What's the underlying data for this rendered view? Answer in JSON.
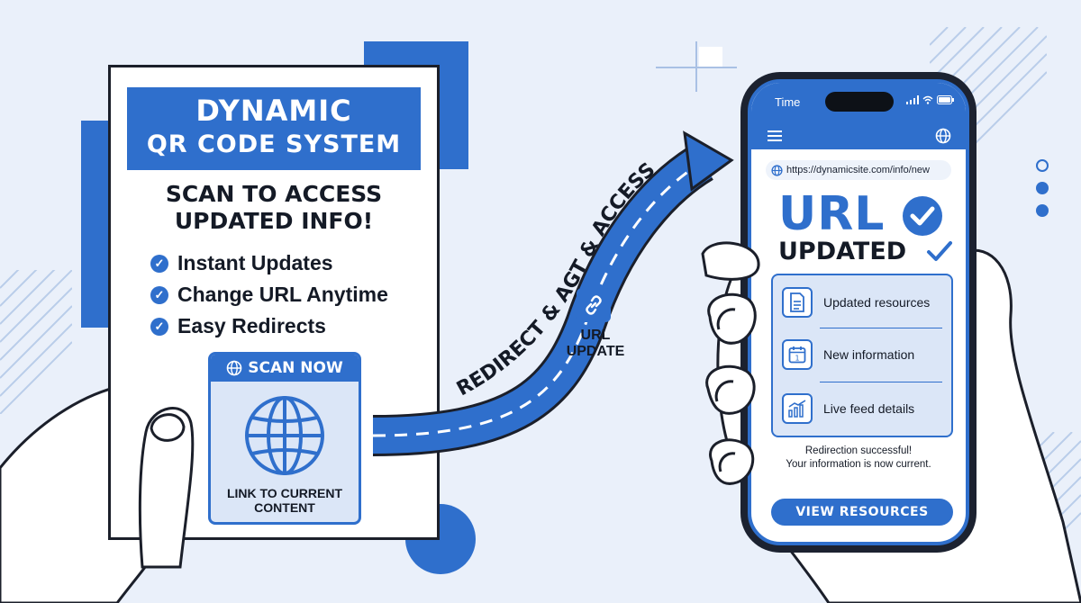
{
  "colors": {
    "accent": "#2f6fcc",
    "background": "#eaf0fa",
    "ink": "#141a26"
  },
  "flyer": {
    "title_line1": "DYNAMIC",
    "title_line2": "QR CODE SYSTEM",
    "subtitle_line1": "SCAN TO ACCESS",
    "subtitle_line2": "UPDATED INFO!",
    "features": [
      "Instant Updates",
      "Change URL Anytime",
      "Easy Redirects"
    ],
    "scan_label": "SCAN NOW",
    "link_line1": "LINK TO CURRENT",
    "link_line2": "CONTENT"
  },
  "arrow": {
    "road_text": "REDIRECT & AGT & ACCESS"
  },
  "url_update": {
    "line1": "URL",
    "line2": "UPDATE",
    "icon": "link-icon"
  },
  "phone": {
    "status_time": "Time",
    "url": "https://dynamicsite.com/info/new",
    "headline_1": "URL",
    "headline_2": "UPDATED",
    "resources": [
      {
        "label": "Updated resources",
        "icon": "document-icon"
      },
      {
        "label": "New information",
        "icon": "calendar-icon"
      },
      {
        "label": "Live feed details",
        "icon": "chart-icon"
      }
    ],
    "redirect_line1": "Redirection successful!",
    "redirect_line2": "Your information is now current.",
    "button_label": "VIEW RESOURCES"
  }
}
